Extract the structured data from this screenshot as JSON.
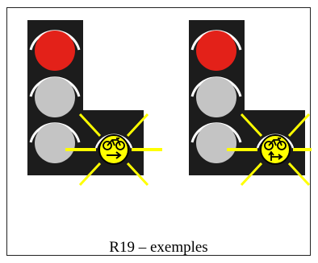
{
  "caption": "R19 – exemples",
  "signals": [
    {
      "name": "signal-left",
      "lamps": [
        "red",
        "off",
        "off"
      ],
      "bike_arrow_icon": "right-arrow-icon"
    },
    {
      "name": "signal-right",
      "lamps": [
        "red",
        "off",
        "off"
      ],
      "bike_arrow_icon": "up-right-arrow-icon"
    }
  ],
  "colors": {
    "housing": "#1c1c1c",
    "lamp_red": "#e32119",
    "lamp_off": "#c4c4c4",
    "visor": "#ffffff",
    "flash_rays": "#ffff00",
    "bike_lamp": "#ffff00",
    "bike_glyph": "#000000",
    "frame_border": "#222222",
    "text": "#000000"
  }
}
